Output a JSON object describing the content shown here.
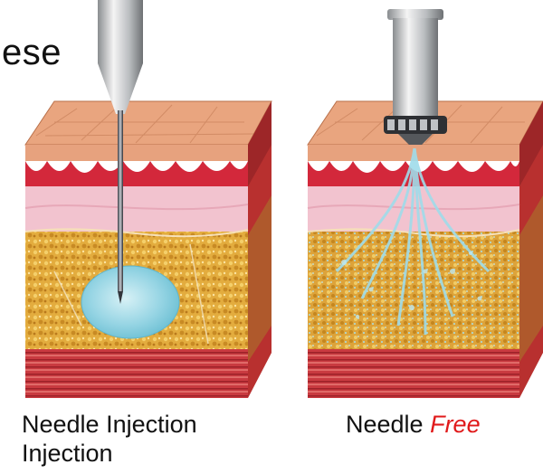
{
  "title_fragment": "ese",
  "captions": {
    "left_line1": "Needle Injection",
    "left_line2": "Injection",
    "right_prefix": "Needle",
    "right_emphasis": "Free"
  },
  "colors": {
    "skin_surface": "#e9a57f",
    "epidermis_red": "#d2283a",
    "dermis_pink": "#f2c3cf",
    "fat_yellow": "#e0a93b",
    "muscle_red": "#c8343c",
    "fluid_blue": "#8fd3e2",
    "accent_red": "#e0191a"
  },
  "icons": [
    "syringe-needle-icon",
    "needle-free-injector-icon"
  ]
}
